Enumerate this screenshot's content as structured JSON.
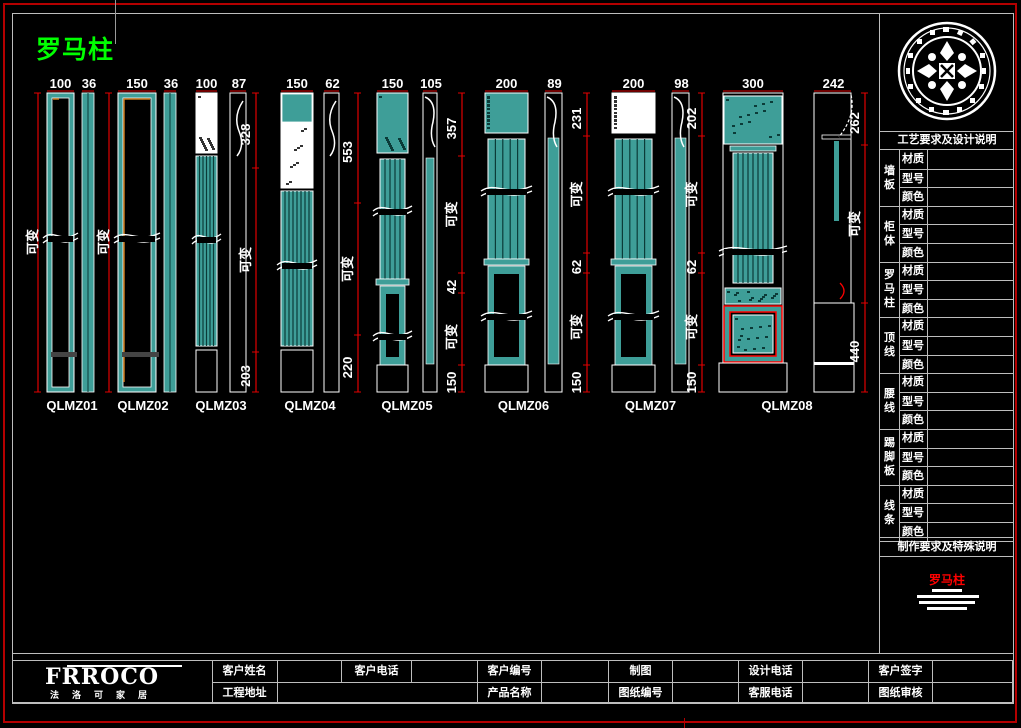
{
  "drawing_title": "罗马柱",
  "colors": {
    "frame_red": "#b40000",
    "frame_gray": "#bdbdbd",
    "title_green": "#00ff00",
    "teal": "#3e9e98",
    "dimension_red": "#e00000",
    "accent_orange": "#c87a1e",
    "emblem_white": "#ffffff"
  },
  "variable_label": "可变",
  "columns": [
    {
      "model": "QLMZ01",
      "front_width": "100",
      "side_width": "36",
      "segments": [],
      "variable_left": true,
      "style": "panel"
    },
    {
      "model": "QLMZ02",
      "front_width": "150",
      "side_width": "36",
      "segments": [],
      "variable_left": true,
      "style": "panel-orange"
    },
    {
      "model": "QLMZ03",
      "front_width": "100",
      "side_width": "87",
      "segments": [
        "328",
        "可变",
        "203"
      ],
      "variable_left": false,
      "style": "fluted-carved"
    },
    {
      "model": "QLMZ04",
      "front_width": "150",
      "side_width": "62",
      "segments": [
        "553",
        "可变",
        "220"
      ],
      "variable_left": false,
      "style": "fluted-carved-tall"
    },
    {
      "model": "QLMZ05",
      "front_width": "150",
      "side_width": "105",
      "segments": [
        "357",
        "可变",
        "42",
        "可变",
        "150"
      ],
      "variable_left": false,
      "style": "pedestal"
    },
    {
      "model": "QLMZ06",
      "front_width": "200",
      "side_width": "89",
      "segments": [
        "231",
        "可变",
        "62",
        "可变",
        "150"
      ],
      "variable_left": false,
      "style": "corinthian"
    },
    {
      "model": "QLMZ07",
      "front_width": "200",
      "side_width": "98",
      "segments": [
        "202",
        "可变",
        "62",
        "可变",
        "150"
      ],
      "variable_left": false,
      "style": "corinthian"
    },
    {
      "model": "QLMZ08",
      "front_width": "300",
      "side_width": "242",
      "segments": [
        "262",
        "可变",
        "440"
      ],
      "variable_left": false,
      "style": "grand"
    }
  ],
  "right_panel": {
    "header": "工艺要求及设计说明",
    "groups": [
      {
        "label": "墙板",
        "rows": [
          "材质",
          "型号",
          "颜色"
        ]
      },
      {
        "label": "柜体",
        "rows": [
          "材质",
          "型号",
          "颜色"
        ]
      },
      {
        "label": "罗马柱",
        "rows": [
          "材质",
          "型号",
          "颜色"
        ]
      },
      {
        "label": "顶线",
        "rows": [
          "材质",
          "型号",
          "颜色"
        ]
      },
      {
        "label": "腰线",
        "rows": [
          "材质",
          "型号",
          "颜色"
        ]
      },
      {
        "label": "踢脚板",
        "rows": [
          "材质",
          "型号",
          "颜色"
        ]
      },
      {
        "label": "线条",
        "rows": [
          "材质",
          "型号",
          "颜色"
        ]
      }
    ],
    "footer_header": "制作要求及特殊说明",
    "note_title": "罗马柱"
  },
  "title_block": {
    "logo": "FRROCO",
    "logo_subtitle": "法洛可家居",
    "row1": [
      "客户姓名",
      "",
      "客户电话",
      "",
      "客户编号",
      "",
      "制图",
      "",
      "设计电话",
      "",
      "客户签字",
      ""
    ],
    "row2": [
      "工程地址",
      "",
      "",
      "",
      "产品名称",
      "",
      "图纸编号",
      "",
      "客服电话",
      "",
      "图纸审核",
      ""
    ]
  }
}
